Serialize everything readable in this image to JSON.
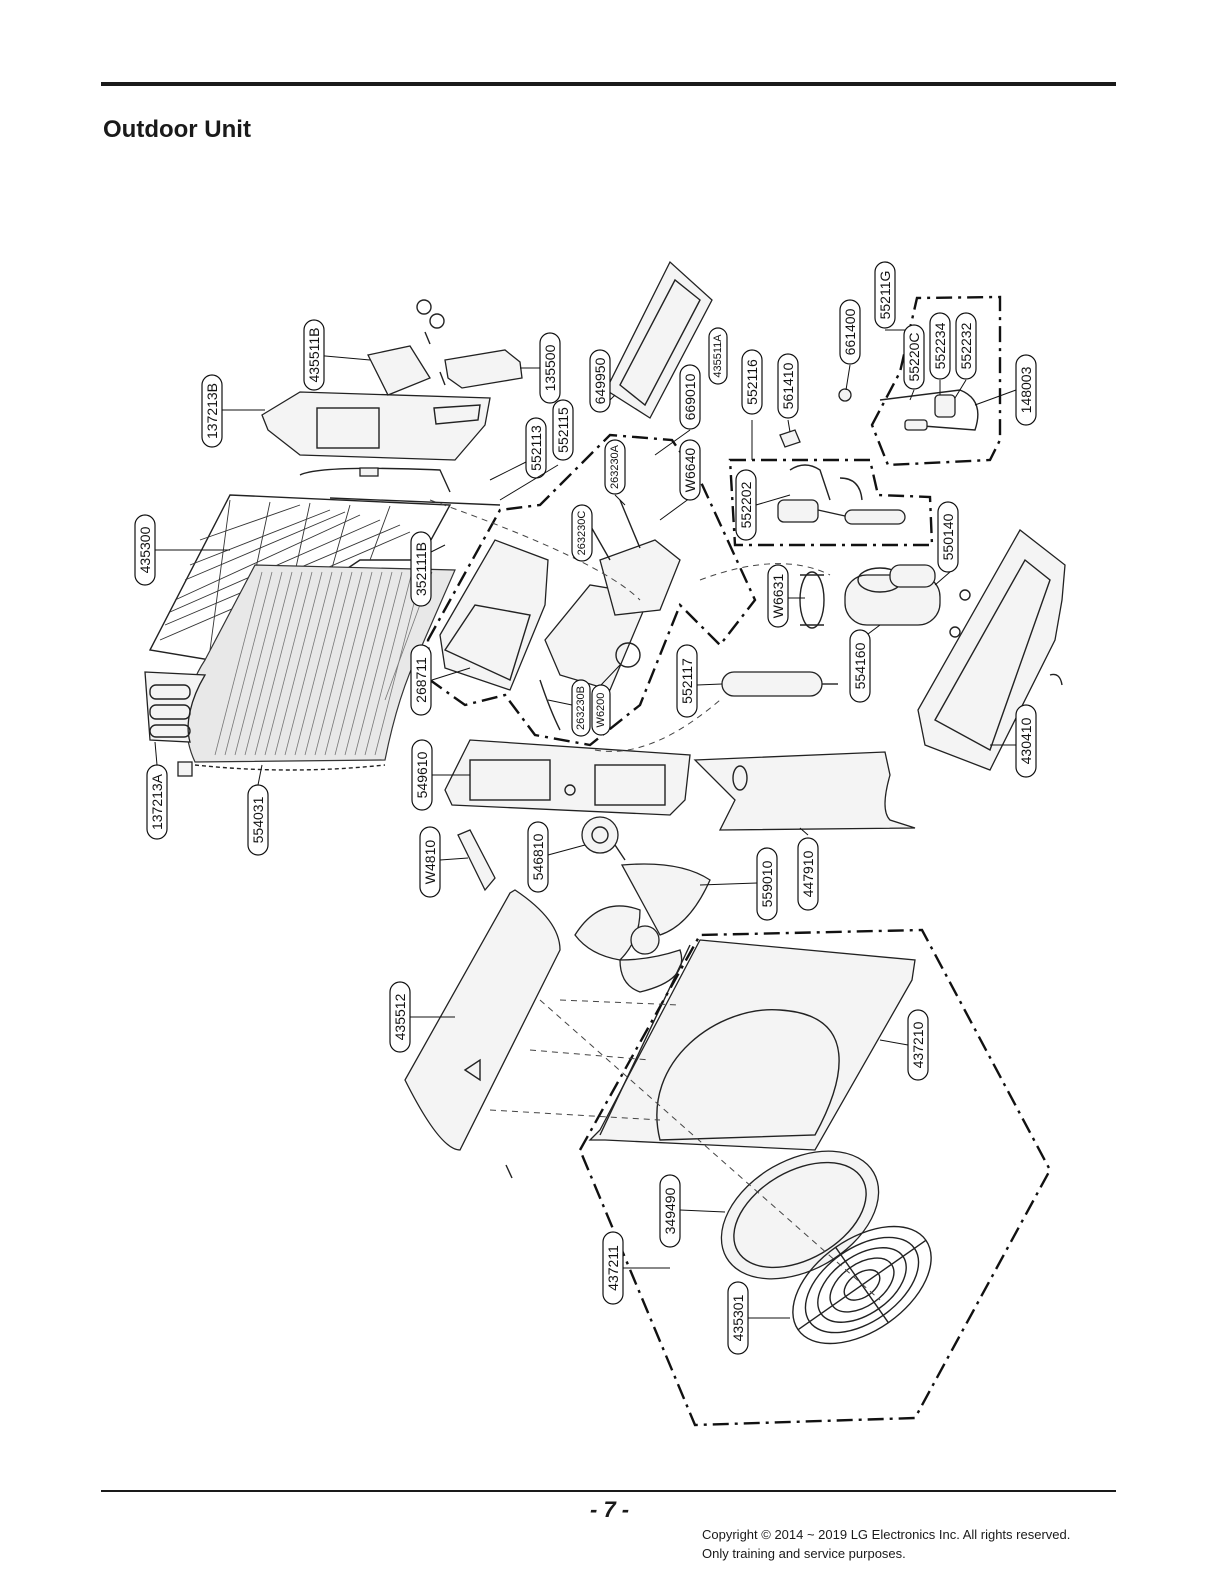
{
  "header": {
    "title": "Outdoor Unit"
  },
  "footer": {
    "page_number": "- 7 -",
    "copyright_line1": "Copyright © 2014 ~ 2019 LG Electronics Inc. All rights reserved.",
    "copyright_line2": "Only training and service purposes."
  },
  "parts": {
    "p435511B": "435511B",
    "p137213B": "137213B",
    "p135500": "135500",
    "p552113": "552113",
    "p552115": "552115",
    "p649950": "649950",
    "p669010": "669010",
    "p435511A": "435511A",
    "p552116": "552116",
    "p561410": "561410",
    "p661400": "661400",
    "p55211G": "55211G",
    "p55220C": "55220C",
    "p552234": "552234",
    "p552232": "552232",
    "p148003": "148003",
    "p263230A": "263230A",
    "pW6640": "W6640",
    "p552202": "552202",
    "p263230C": "263230C",
    "p550140": "550140",
    "p435300": "435300",
    "p352111B": "352111B",
    "pW6631": "W6631",
    "p268711": "268711",
    "p554160": "554160",
    "p552117": "552117",
    "p263230B": "263230B",
    "pW6200": "W6200",
    "p430410": "430410",
    "p137213A": "137213A",
    "p549610": "549610",
    "p554031": "554031",
    "p546810": "546810",
    "pW4810": "W4810",
    "p447910": "447910",
    "p559010": "559010",
    "p435512": "435512",
    "p437210": "437210",
    "p349490": "349490",
    "p435301": "435301",
    "p437211": "437211"
  }
}
